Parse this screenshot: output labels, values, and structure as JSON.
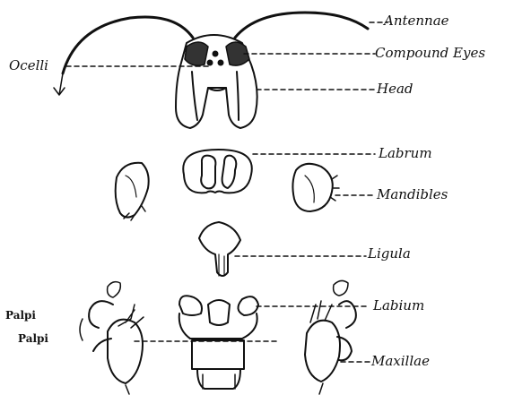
{
  "figure": {
    "labels": {
      "antennae": "Antennae",
      "compound_eyes": "Compound Eyes",
      "ocelli": "Ocelli",
      "head": "Head",
      "labrum": "Labrum",
      "mandibles": "Mandibles",
      "ligula": "Ligula",
      "labium": "Labium",
      "palpi_upper": "Palpi",
      "palpi_lower": "Palpi",
      "maxillae": "Maxillae"
    },
    "ink_color": "#111111"
  }
}
